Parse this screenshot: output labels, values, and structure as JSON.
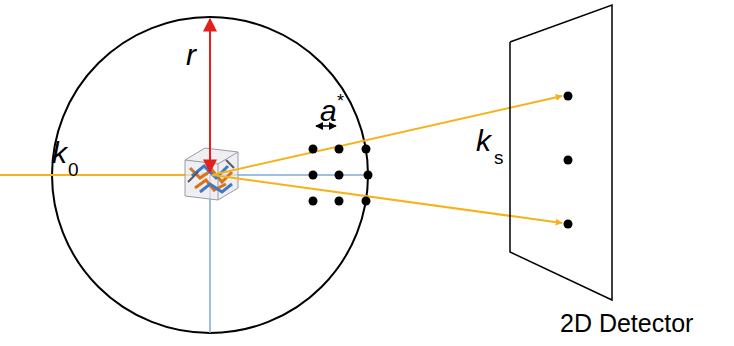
{
  "diagram": {
    "nodes": [
      {
        "text": [
          "2D Detector"
        ]
      }
    ],
    "labels": [
      "r",
      "a",
      "*",
      "k",
      "0",
      "k",
      "s"
    ]
  }
}
